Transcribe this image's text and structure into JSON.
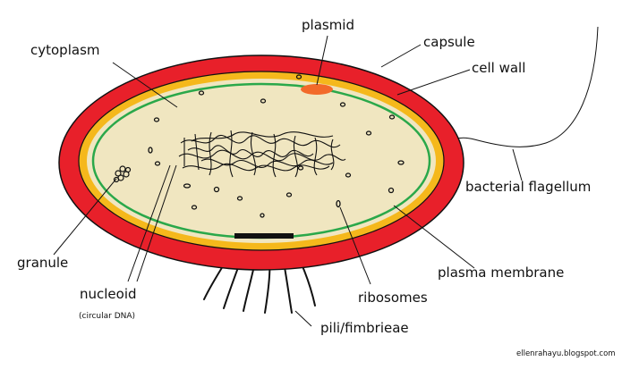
{
  "labels": {
    "plasmid": "plasmid",
    "capsule": "capsule",
    "cell_wall": "cell wall",
    "cytoplasm": "cytoplasm",
    "bacterial_flagellum": "bacterial flagellum",
    "granule": "granule",
    "plasma_membrane": "plasma membrane",
    "nucleoid": "nucleoid",
    "circular_dna": "(circular DNA)",
    "ribosomes": "ribosomes",
    "pili_fimbrieae": "pili/fimbrieae"
  },
  "credit": "ellenrahayu.blogspot.com",
  "colors": {
    "capsule": "#e8202a",
    "cell_wall": "#f5b81c",
    "plasma_membrane": "#2aa84a",
    "cytoplasm": "#f0e6c0",
    "plasmid": "#f26a2a",
    "outline": "#111111"
  }
}
